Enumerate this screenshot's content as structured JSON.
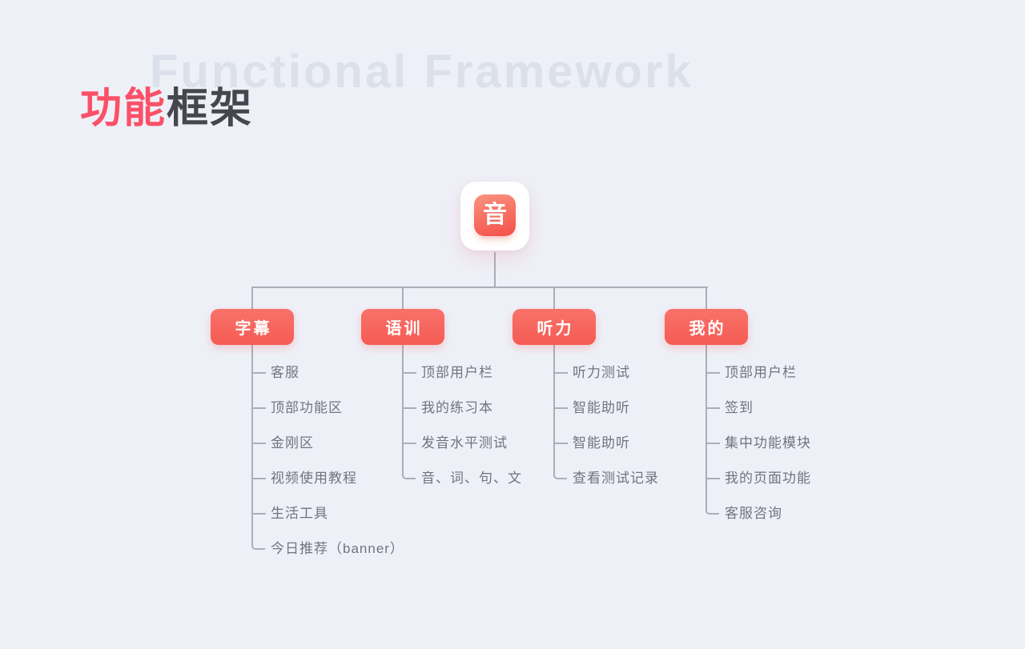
{
  "header": {
    "watermark": "Functional Framework",
    "title_accent": "功能",
    "title_rest": "框架"
  },
  "colors": {
    "background": "#EEF0F8",
    "accent": "#FA5168",
    "title_text": "#46464E",
    "watermark_text": "#DCE0EA",
    "node": "#F7655D",
    "line": "#ABAEB6",
    "item_text": "#70747E"
  },
  "root": {
    "icon": "app-logo-icon",
    "icon_glyph": "音"
  },
  "tree": {
    "branches": [
      {
        "label": "字幕",
        "items": [
          "客服",
          "顶部功能区",
          "金刚区",
          "视频使用教程",
          "生活工具",
          "今日推荐（banner）"
        ]
      },
      {
        "label": "语训",
        "items": [
          "顶部用户栏",
          "我的练习本",
          "发音水平测试",
          "音、词、句、文"
        ]
      },
      {
        "label": "听力",
        "items": [
          "听力测试",
          "智能助听",
          "智能助听",
          "查看测试记录"
        ]
      },
      {
        "label": "我的",
        "items": [
          "顶部用户栏",
          "签到",
          "集中功能模块",
          "我的页面功能",
          "客服咨询"
        ]
      }
    ]
  }
}
